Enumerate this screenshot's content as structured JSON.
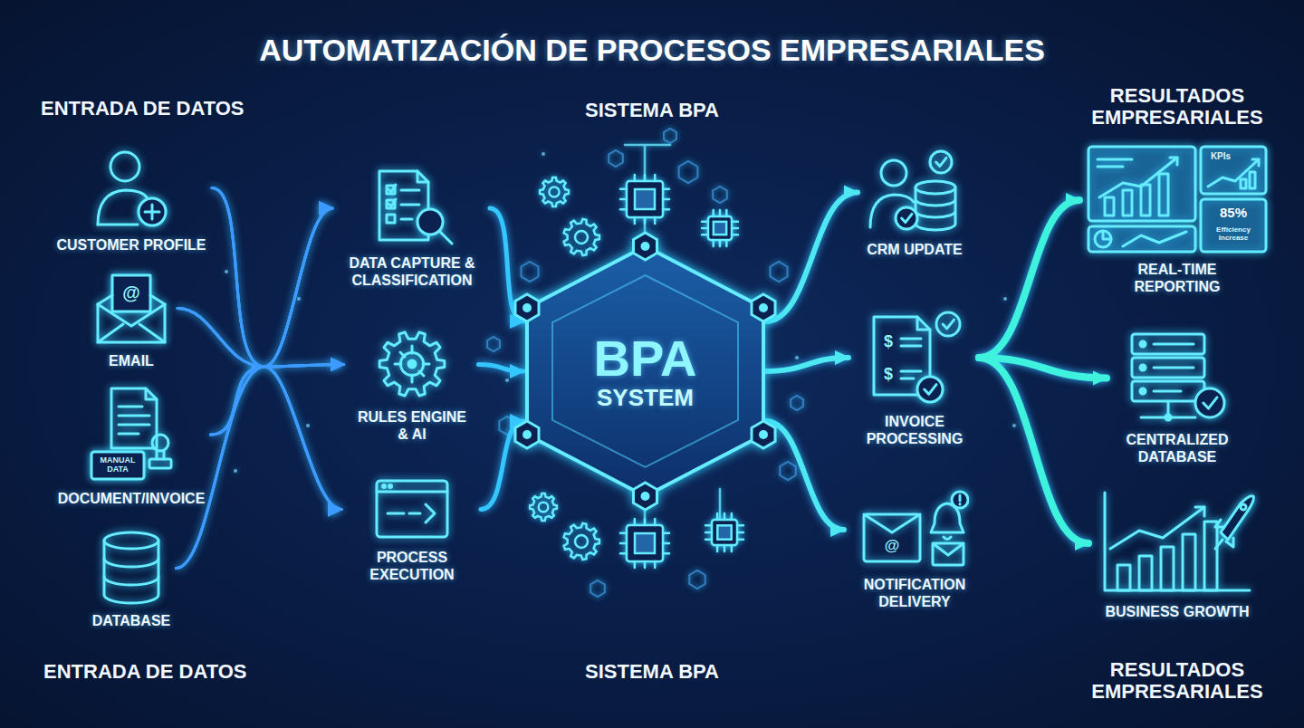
{
  "diagram": {
    "title": "AUTOMATIZACIÓN DE PROCESOS EMPRESARIALES",
    "nodes": [
      {
        "text": [
          "CUSTOMER PROFILE"
        ]
      },
      {
        "text": [
          "EMAIL"
        ]
      },
      {
        "text": [
          "DOCUMENT/INVOICE"
        ]
      },
      {
        "text": [
          "DATABASE"
        ]
      },
      {
        "text": [
          "DATA CAPTURE & CLASSIFICATION"
        ]
      },
      {
        "text": [
          "RULES ENGINE & AI"
        ]
      },
      {
        "text": [
          "PROCESS EXECUTION"
        ]
      },
      {
        "text": [
          "BPA",
          "SYSTEM"
        ]
      },
      {
        "text": [
          "CRM UPDATE"
        ]
      },
      {
        "text": [
          "INVOICE PROCESSING"
        ]
      },
      {
        "text": [
          "NOTIFICATION DELIVERY"
        ]
      },
      {
        "text": [
          "REAL-TIME REPORTING"
        ]
      },
      {
        "text": [
          "CENTRALIZED DATABASE"
        ]
      },
      {
        "text": [
          "BUSINESS GROWTH"
        ]
      }
    ],
    "edges": [
      {
        "from": 0,
        "to": 4,
        "arrow": "to"
      },
      {
        "from": 0,
        "to": 5,
        "arrow": "to"
      },
      {
        "from": 0,
        "to": 6,
        "arrow": "to"
      },
      {
        "from": 1,
        "to": 4,
        "arrow": "to"
      },
      {
        "from": 1,
        "to": 5,
        "arrow": "to"
      },
      {
        "from": 1,
        "to": 6,
        "arrow": "to"
      },
      {
        "from": 2,
        "to": 4,
        "arrow": "to"
      },
      {
        "from": 2,
        "to": 5,
        "arrow": "to"
      },
      {
        "from": 2,
        "to": 6,
        "arrow": "to"
      },
      {
        "from": 3,
        "to": 4,
        "arrow": "to"
      },
      {
        "from": 3,
        "to": 5,
        "arrow": "to"
      },
      {
        "from": 3,
        "to": 6,
        "arrow": "to"
      },
      {
        "from": 4,
        "to": 7,
        "arrow": "to"
      },
      {
        "from": 5,
        "to": 7,
        "arrow": "to"
      },
      {
        "from": 6,
        "to": 7,
        "arrow": "to"
      },
      {
        "from": 7,
        "to": 8,
        "arrow": "to"
      },
      {
        "from": 7,
        "to": 9,
        "arrow": "to"
      },
      {
        "from": 7,
        "to": 10,
        "arrow": "to"
      },
      {
        "from": 9,
        "to": 11,
        "arrow": "to"
      },
      {
        "from": 9,
        "to": 12,
        "arrow": "to"
      },
      {
        "from": 9,
        "to": 13,
        "arrow": "to"
      }
    ],
    "labels": [
      "ENTRADA DE DATOS",
      "SISTEMA BPA",
      "RESULTADOS EMPRESARIALES",
      "ENTRADA DE DATOS",
      "SISTEMA BPA",
      "RESULTADOS EMPRESARIALES",
      "MANUAL DATA",
      "KPIs",
      "85%",
      "Efficiency Increase",
      "@",
      "@",
      "$",
      "$"
    ]
  }
}
